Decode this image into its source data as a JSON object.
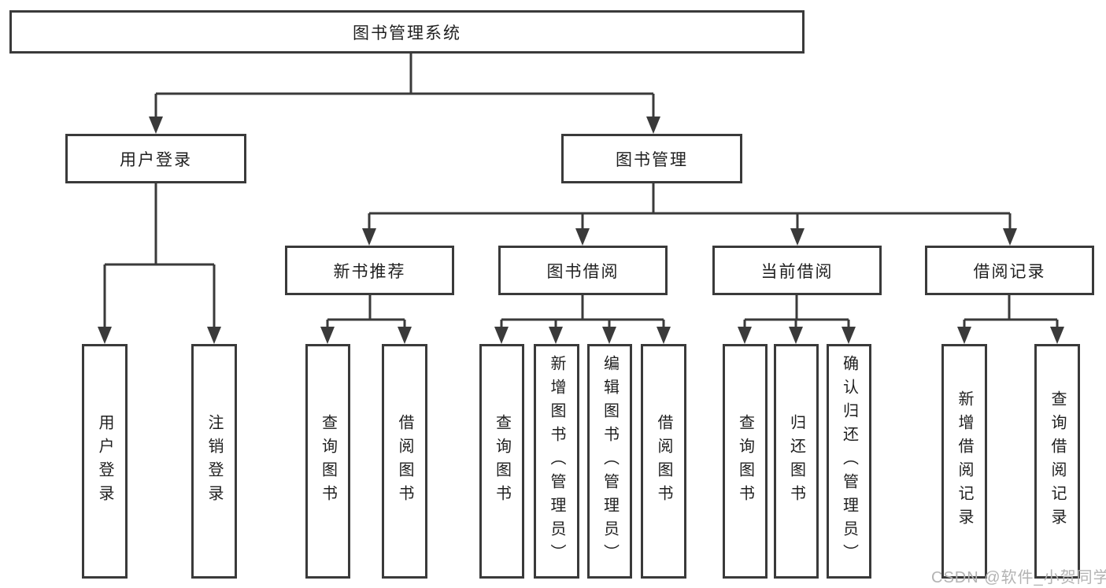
{
  "diagram": {
    "root": "图书管理系统",
    "branches": {
      "user_login": "用户登录",
      "book_management": "图书管理"
    },
    "modules": {
      "new_book_recommend": "新书推荐",
      "book_borrow": "图书借阅",
      "current_borrow": "当前借阅",
      "borrow_records": "借阅记录"
    },
    "leaves": {
      "user_login": [
        "用户登录",
        "注销登录"
      ],
      "new_book_recommend": [
        "查询图书",
        "借阅图书"
      ],
      "book_borrow": [
        "查询图书",
        "新增图书（管理员）",
        "编辑图书（管理员）",
        "借阅图书"
      ],
      "current_borrow": [
        "查询图书",
        "归还图书",
        "确认归还（管理员）"
      ],
      "borrow_records": [
        "新增借阅记录",
        "查询借阅记录"
      ]
    }
  },
  "watermark": "CSDN @软件_小贺同学",
  "colors": {
    "line": "#3a3a3a",
    "box_border": "#3a3a3a",
    "text": "#1f1f1f",
    "watermark": "#b3b3b3",
    "background": "#ffffff"
  }
}
